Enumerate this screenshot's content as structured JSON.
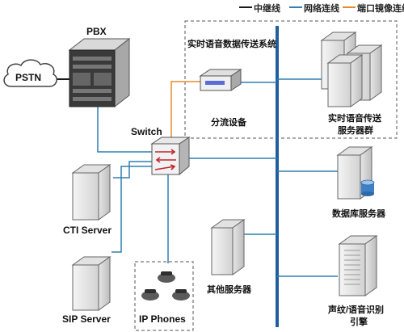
{
  "legend": {
    "trunk": "中继线",
    "network": "网络连线",
    "mirror": "端口镜像连线"
  },
  "colors": {
    "trunk": "#1a1a1a",
    "network": "#2f7fb3",
    "mirror": "#e58a2b",
    "backbone": "#1f5fa0"
  },
  "nodes": {
    "pbx": "PBX",
    "pstn": "PSTN",
    "switch": "Switch",
    "cti": "CTI Server",
    "sip": "SIP Server",
    "ip_phones": "IP Phones",
    "system": "实时语音数据传送系统",
    "splitter": "分流设备",
    "realtime_line1": "实时语音传送",
    "realtime_line2": "服务器群",
    "db": "数据库服务器",
    "other": "其他服务器",
    "voice_line1": "声纹/语音识别",
    "voice_line2": "引擎"
  }
}
